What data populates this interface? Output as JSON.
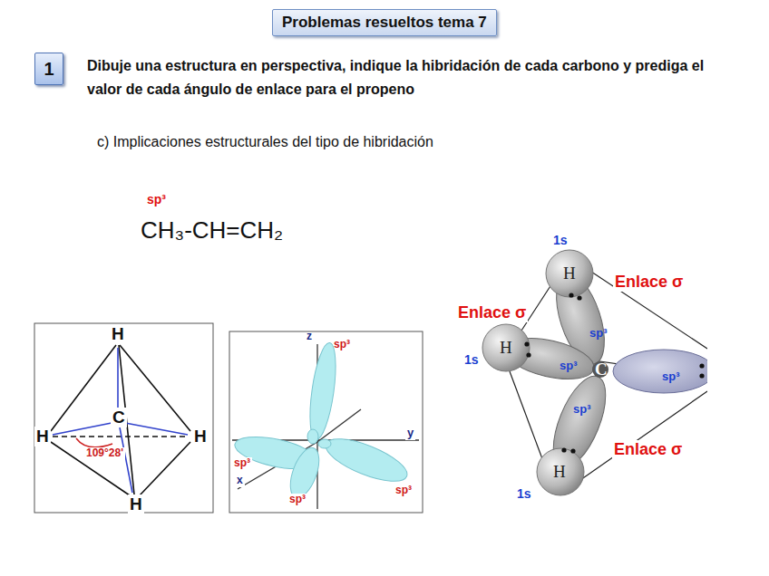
{
  "diagram": {
    "title": "Problemas resueltos tema 7",
    "nodes": [
      {
        "text": [
          "1"
        ]
      }
    ],
    "labels": [
      "Dibuje una estructura en perspectiva, indique la hibridación de cada carbono y prediga el valor de cada ángulo de enlace para el propeno",
      "c) Implicaciones estructurales del tipo de hibridación",
      "sp³",
      "CH₃-CH=CH₂",
      "H",
      "C",
      "H",
      "H",
      "109°28'",
      "H",
      "z",
      "sp³",
      "y",
      "sp³",
      "x",
      "sp³",
      "sp³",
      "1s",
      "H",
      "Enlace σ",
      "Enlace σ",
      "sp³",
      "1s",
      "H",
      "sp³",
      "C",
      "sp³",
      "sp³",
      "Enlace σ",
      "H",
      "1s"
    ]
  }
}
